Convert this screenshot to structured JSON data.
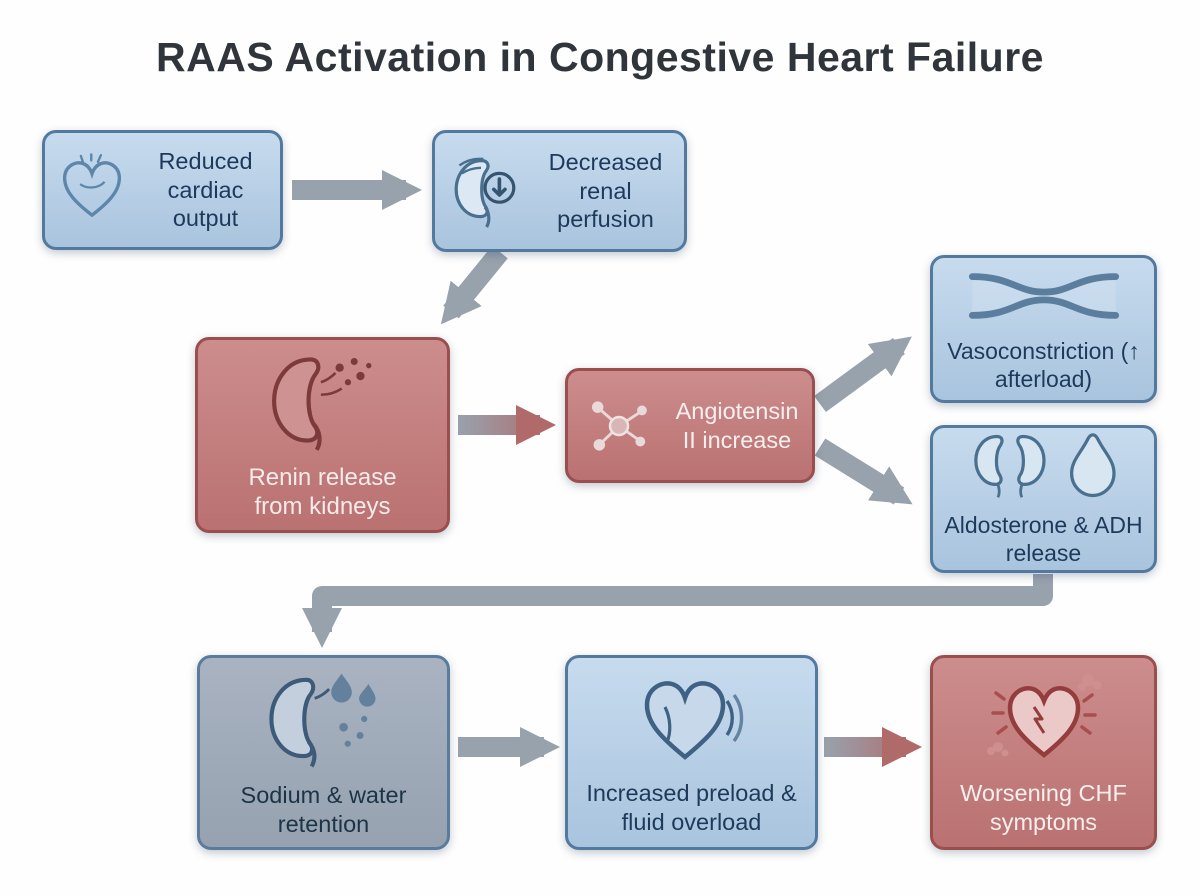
{
  "title": "RAAS Activation in Congestive Heart Failure",
  "colors": {
    "blue_fill": "#b9d0e6",
    "blue_border": "#54799f",
    "blue_text": "#1d3a5c",
    "red_fill": "#c27c7c",
    "red_border": "#9a4f4f",
    "red_text": "#f7efee",
    "gray_fill": "#9fabb9",
    "gray_border": "#5a7b9c",
    "arrow_gray": "#98a2ad",
    "arrow_red": "#b06a6a"
  },
  "nodes": {
    "reduced_cardiac_output": {
      "label": "Reduced cardiac output",
      "icon": "heart-icon",
      "style": "blue"
    },
    "decreased_renal_perfusion": {
      "label": "Decreased renal perfusion",
      "icon": "kidney-down-arrow-icon",
      "style": "blue"
    },
    "renin_release": {
      "label": "Renin release from kidneys",
      "icon": "kidney-secretion-icon",
      "style": "red"
    },
    "angiotensin_ii": {
      "label": "Angiotensin II increase",
      "icon": "molecule-icon",
      "style": "red"
    },
    "vasoconstriction": {
      "label": "Vasoconstriction (↑ afterload)",
      "icon": "narrowed-vessel-icon",
      "style": "blue"
    },
    "aldosterone_adh": {
      "label": "Aldosterone & ADH release",
      "icon": "kidneys-gland-icon",
      "style": "blue"
    },
    "sodium_water_retention": {
      "label": "Sodium & water retention",
      "icon": "kidney-droplets-icon",
      "style": "gray"
    },
    "increased_preload": {
      "label": "Increased preload & fluid overload",
      "icon": "overloaded-heart-icon",
      "style": "blue"
    },
    "worsening_chf": {
      "label": "Worsening CHF symptoms",
      "icon": "stressed-heart-icon",
      "style": "red"
    }
  },
  "edges": [
    {
      "from": "reduced_cardiac_output",
      "to": "decreased_renal_perfusion",
      "style": "gray"
    },
    {
      "from": "decreased_renal_perfusion",
      "to": "renin_release",
      "style": "gray"
    },
    {
      "from": "renin_release",
      "to": "angiotensin_ii",
      "style": "gray-to-red"
    },
    {
      "from": "angiotensin_ii",
      "to": "vasoconstriction",
      "style": "gray"
    },
    {
      "from": "angiotensin_ii",
      "to": "aldosterone_adh",
      "style": "gray"
    },
    {
      "from": "aldosterone_adh",
      "to": "sodium_water_retention",
      "style": "gray"
    },
    {
      "from": "sodium_water_retention",
      "to": "increased_preload",
      "style": "gray"
    },
    {
      "from": "increased_preload",
      "to": "worsening_chf",
      "style": "gray-to-red"
    }
  ]
}
